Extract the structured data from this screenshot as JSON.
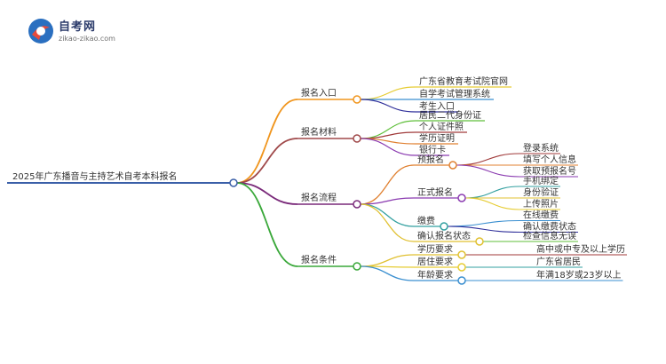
{
  "logo": {
    "title": "自考网",
    "url": "zikao-zikao.com"
  },
  "root": {
    "label": "2025年广东播音与主持艺术自考本科报名"
  },
  "colors": {
    "root": "#3a5fa8",
    "b1": "#f0951d",
    "b2": "#a0494a",
    "b3": "#7a2a7a",
    "b4": "#3aa83a",
    "l1": "#e6cc33",
    "l2": "#3a8fd0",
    "l3": "#2f2f9a",
    "l4": "#d03a8a",
    "l5": "#5fbf3a",
    "l6": "#a03a3a",
    "l7": "#e08030",
    "l8": "#8a3ab0",
    "l9": "#33a0a0",
    "l10": "#e0c030"
  },
  "branches": [
    {
      "label": "报名入口",
      "children": [
        "广东省教育考试院官网",
        "自学考试管理系统",
        "考生入口"
      ]
    },
    {
      "label": "报名材料",
      "children": [
        "居民二代身份证",
        "个人证件照",
        "学历证明",
        "银行卡"
      ]
    },
    {
      "label": "报名流程",
      "children": [
        {
          "label": "预报名",
          "children": [
            "登录系统",
            "填写个人信息",
            "获取预报名号"
          ]
        },
        {
          "label": "正式报名",
          "children": [
            "手机绑定",
            "身份验证",
            "上传照片"
          ]
        },
        {
          "label": "缴费",
          "children": [
            "在线缴费",
            "确认缴费状态"
          ]
        },
        {
          "label": "确认报名状态",
          "children": [
            "检查信息无误"
          ]
        }
      ]
    },
    {
      "label": "报名条件",
      "children": [
        {
          "label": "学历要求",
          "children": [
            "高中或中专及以上学历"
          ]
        },
        {
          "label": "居住要求",
          "children": [
            "广东省居民"
          ]
        },
        {
          "label": "年龄要求",
          "children": [
            "年满18岁或23岁以上"
          ]
        }
      ]
    }
  ]
}
